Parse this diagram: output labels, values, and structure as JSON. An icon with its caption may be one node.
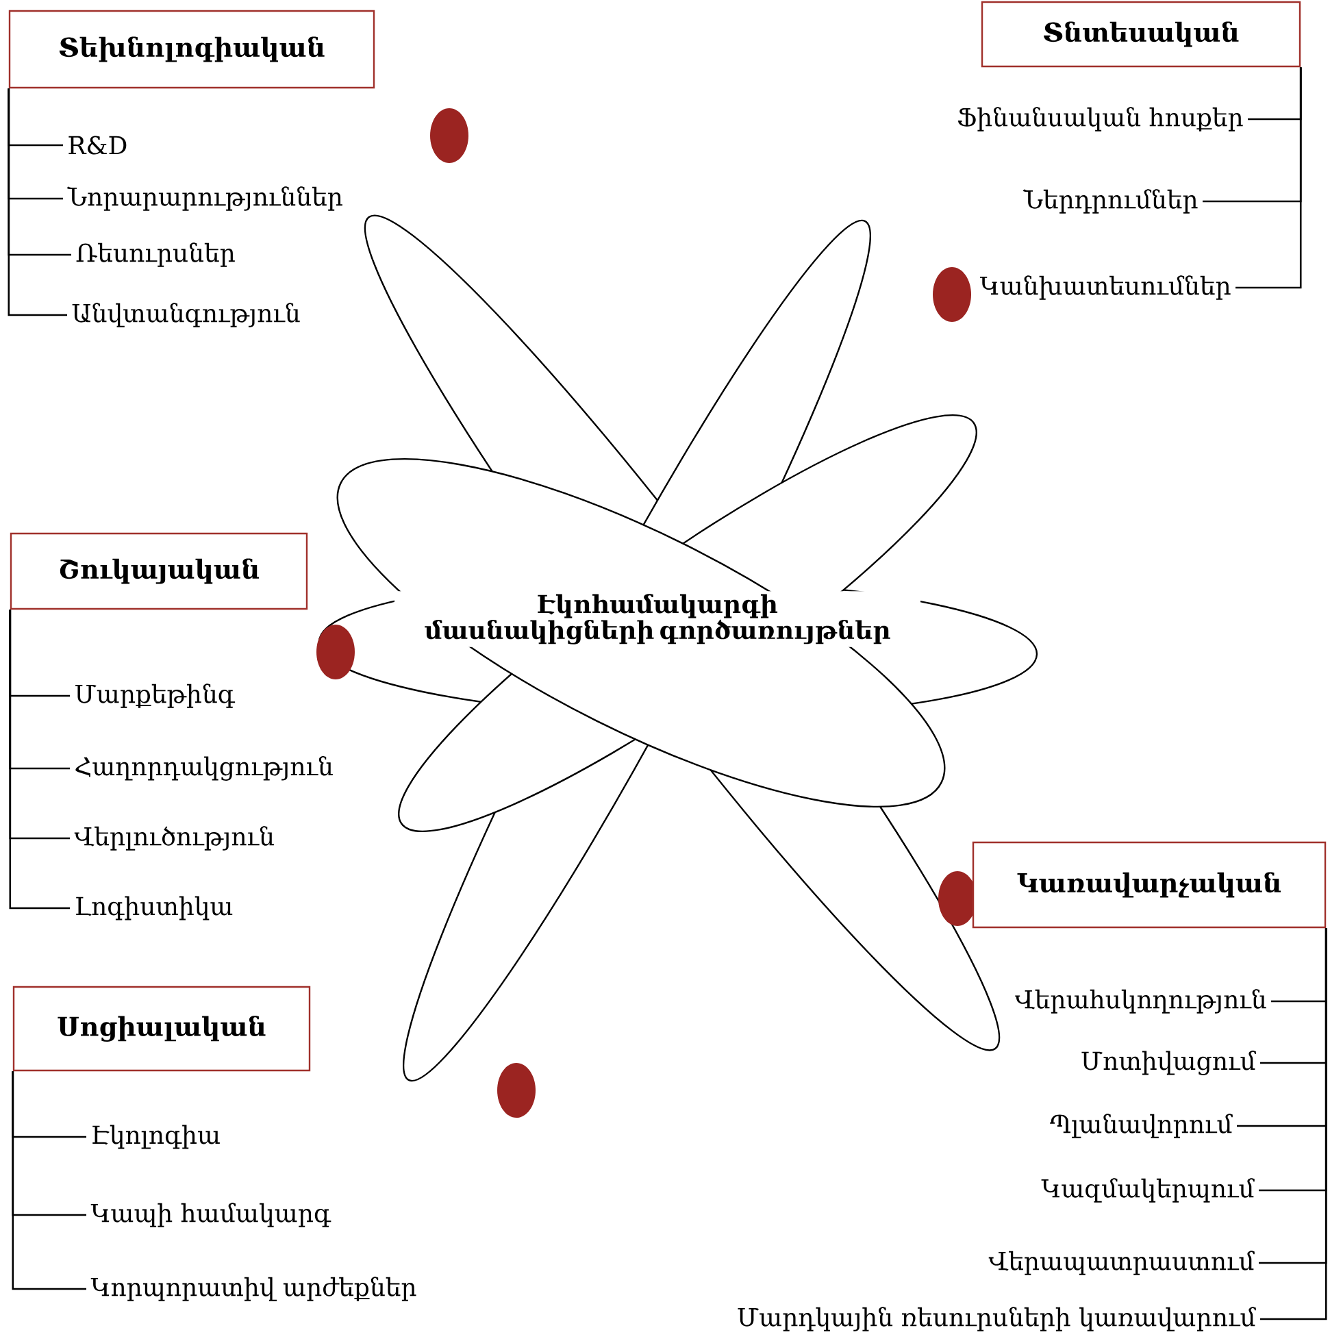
{
  "diagram": {
    "nodes": [
      {
        "text": [
          "Տեխնոլոգիական"
        ]
      },
      {
        "text": [
          "R&D"
        ]
      },
      {
        "text": [
          "Նորարարություններ"
        ]
      },
      {
        "text": [
          "Ռեսուրսներ"
        ]
      },
      {
        "text": [
          "Անվտանգություն"
        ]
      },
      {
        "text": [
          "Տնտեսական"
        ]
      },
      {
        "text": [
          "Ֆինանսական հոսքեր"
        ]
      },
      {
        "text": [
          "Ներդրումներ"
        ]
      },
      {
        "text": [
          "Կանխատեսումներ"
        ]
      },
      {
        "text": [
          "Էկոհամակարգի մասնակիցների գործառույթներ"
        ]
      },
      {
        "text": [
          "Շուկայական"
        ]
      },
      {
        "text": [
          "Մարքեթինգ"
        ]
      },
      {
        "text": [
          "Հաղորդակցություն"
        ]
      },
      {
        "text": [
          "Վերլուծություն"
        ]
      },
      {
        "text": [
          "Լոգիստիկա"
        ]
      },
      {
        "text": [
          "Սոցիալական"
        ]
      },
      {
        "text": [
          "Էկոլոգիա"
        ]
      },
      {
        "text": [
          "Կապի համակարգ"
        ]
      },
      {
        "text": [
          "Կորպորատիվ արժեքներ"
        ]
      },
      {
        "text": [
          "Կառավարչական"
        ]
      },
      {
        "text": [
          "Վերահսկողություն"
        ]
      },
      {
        "text": [
          "Մոտիվացում"
        ]
      },
      {
        "text": [
          "Պլանավորում"
        ]
      },
      {
        "text": [
          "Կազմակերպում"
        ]
      },
      {
        "text": [
          "Վերապատրաստում"
        ]
      },
      {
        "text": [
          "Մարդկային ռեսուրսների կառավարում"
        ]
      }
    ],
    "edges": [
      {
        "from": 0,
        "to": 1,
        "arrow": "none"
      },
      {
        "from": 0,
        "to": 2,
        "arrow": "none"
      },
      {
        "from": 0,
        "to": 3,
        "arrow": "none"
      },
      {
        "from": 0,
        "to": 4,
        "arrow": "none"
      },
      {
        "from": 5,
        "to": 6,
        "arrow": "none"
      },
      {
        "from": 5,
        "to": 7,
        "arrow": "none"
      },
      {
        "from": 5,
        "to": 8,
        "arrow": "none"
      },
      {
        "from": 10,
        "to": 11,
        "arrow": "none"
      },
      {
        "from": 10,
        "to": 12,
        "arrow": "none"
      },
      {
        "from": 10,
        "to": 13,
        "arrow": "none"
      },
      {
        "from": 10,
        "to": 14,
        "arrow": "none"
      },
      {
        "from": 15,
        "to": 16,
        "arrow": "none"
      },
      {
        "from": 15,
        "to": 17,
        "arrow": "none"
      },
      {
        "from": 15,
        "to": 18,
        "arrow": "none"
      },
      {
        "from": 19,
        "to": 20,
        "arrow": "none"
      },
      {
        "from": 19,
        "to": 21,
        "arrow": "none"
      },
      {
        "from": 19,
        "to": 22,
        "arrow": "none"
      },
      {
        "from": 19,
        "to": 23,
        "arrow": "none"
      },
      {
        "from": 19,
        "to": 24,
        "arrow": "none"
      },
      {
        "from": 19,
        "to": 25,
        "arrow": "none"
      }
    ]
  }
}
